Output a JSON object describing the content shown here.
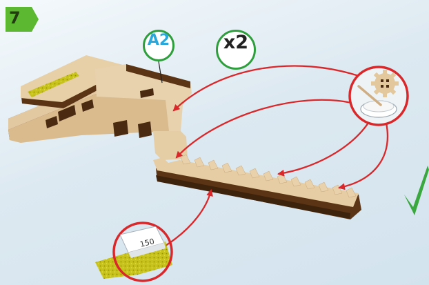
{
  "step": {
    "number": "7"
  },
  "labels": {
    "part": "A2",
    "multiplier": "x2"
  },
  "sandpaper": {
    "grit": "150"
  },
  "colors": {
    "accent_green": "#2e9f3c",
    "arrow_red": "#d9272a",
    "wood": "#e3c9a2",
    "wood_edge": "#5a3414"
  }
}
